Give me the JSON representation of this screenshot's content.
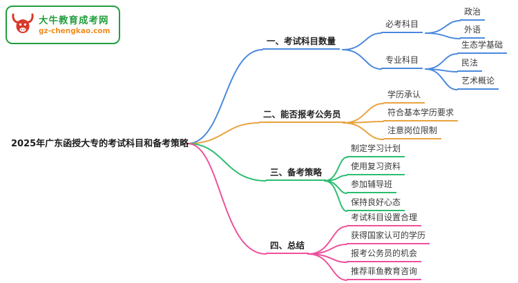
{
  "logo": {
    "title": "大牛教育成考网",
    "url": "gz-chengkao.com",
    "icon": "bull-icon"
  },
  "root": {
    "label": "2025年广东函授大专的考试科目和备考策略"
  },
  "colors": {
    "branch1_blue": "#4a89dc",
    "branch2_orange": "#e8a33d",
    "branch3_green": "#2bbd6e",
    "branch4_pink": "#ee4f9b",
    "logo_green": "#219e3c",
    "logo_red": "#d93a2b",
    "logo_orange": "#f08c1e"
  },
  "branches": [
    {
      "label": "一、考试科目数量",
      "color": "#4a89dc",
      "children": [
        {
          "label": "必考科目",
          "children": [
            {
              "label": "政治"
            },
            {
              "label": "外语"
            }
          ]
        },
        {
          "label": "专业科目",
          "children": [
            {
              "label": "生态学基础"
            },
            {
              "label": "民法"
            },
            {
              "label": "艺术概论"
            }
          ]
        }
      ]
    },
    {
      "label": "二、能否报考公务员",
      "color": "#e8a33d",
      "children": [
        {
          "label": "学历承认"
        },
        {
          "label": "符合基本学历要求"
        },
        {
          "label": "注意岗位限制"
        }
      ]
    },
    {
      "label": "三、备考策略",
      "color": "#2bbd6e",
      "children": [
        {
          "label": "制定学习计划"
        },
        {
          "label": "使用复习资料"
        },
        {
          "label": "参加辅导班"
        },
        {
          "label": "保持良好心态"
        }
      ]
    },
    {
      "label": "四、总结",
      "color": "#ee4f9b",
      "children": [
        {
          "label": "考试科目设置合理"
        },
        {
          "label": "获得国家认可的学历"
        },
        {
          "label": "报考公务员的机会"
        },
        {
          "label": "推荐菲鱼教育咨询"
        }
      ]
    }
  ]
}
